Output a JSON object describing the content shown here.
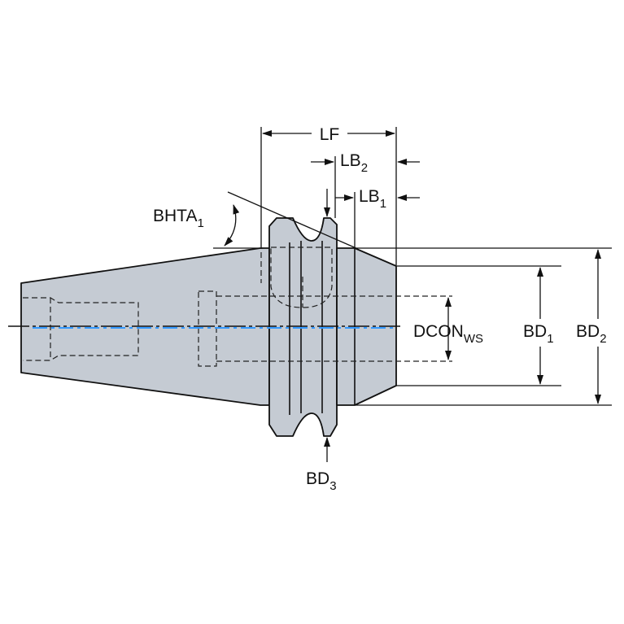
{
  "labels": {
    "lf": {
      "main": "LF",
      "sub": ""
    },
    "lb2": {
      "main": "LB",
      "sub": "2"
    },
    "lb1": {
      "main": "LB",
      "sub": "1"
    },
    "bhta1": {
      "main": "BHTA",
      "sub": "1"
    },
    "dcon_ws": {
      "main": "DCON",
      "sub": "WS"
    },
    "bd1": {
      "main": "BD",
      "sub": "1"
    },
    "bd2": {
      "main": "BD",
      "sub": "2"
    },
    "bd3": {
      "main": "BD",
      "sub": "3"
    }
  },
  "colors": {
    "body_fill": "#c5cbd3",
    "outline": "#111111",
    "centerline": "#3399ff"
  }
}
